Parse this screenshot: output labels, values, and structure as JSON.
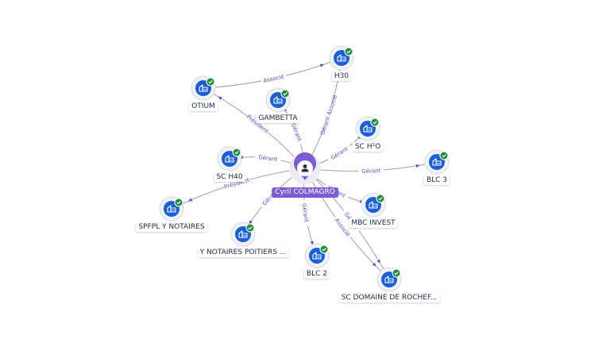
{
  "colors": {
    "edge": "#9aa0aa",
    "edge_label": "#5b49c9",
    "node_fill": "#1a5fd8",
    "node_halo": "#f1f2f5",
    "check": "#1e8c3b",
    "center": "#7b5cd6"
  },
  "center": {
    "label": "Cyril COLMAGRO",
    "icon": "person-icon"
  },
  "nodes": [
    {
      "id": "otium",
      "label": "OTIUM",
      "icon": "company-icon",
      "verified": true
    },
    {
      "id": "h30",
      "label": "H30",
      "icon": "company-icon",
      "verified": true
    },
    {
      "id": "gambetta",
      "label": "GAMBETTA",
      "icon": "company-icon",
      "verified": true
    },
    {
      "id": "sch2o",
      "label": "SC H²O",
      "icon": "company-icon",
      "verified": true
    },
    {
      "id": "sch40",
      "label": "SC H40",
      "icon": "company-icon",
      "verified": true
    },
    {
      "id": "blc3",
      "label": "BLC 3",
      "icon": "company-icon",
      "verified": true
    },
    {
      "id": "spfpl",
      "label": "SPFPL Y NOTAIRES",
      "icon": "company-icon",
      "verified": true
    },
    {
      "id": "mbc",
      "label": "MBC INVEST",
      "icon": "company-icon",
      "verified": true
    },
    {
      "id": "ynotaires",
      "label": "Y NOTAIRES POITIERS ...",
      "icon": "company-icon",
      "verified": true
    },
    {
      "id": "blc2",
      "label": "BLC 2",
      "icon": "company-icon",
      "verified": true
    },
    {
      "id": "scdomaine",
      "label": "SC DOMAINE DE ROCHEF...",
      "icon": "company-icon",
      "verified": true
    }
  ],
  "edges": [
    {
      "from": "otium",
      "to": "h30",
      "label": "Associé"
    },
    {
      "from": "center",
      "to": "otium",
      "label": "Président"
    },
    {
      "from": "center",
      "to": "gambetta",
      "label": "Gérant"
    },
    {
      "from": "center",
      "to": "h30",
      "label": "Gérant Associé"
    },
    {
      "from": "center",
      "to": "sch2o",
      "label": "Gérant"
    },
    {
      "from": "center",
      "to": "sch40",
      "label": "Gérant"
    },
    {
      "from": "center",
      "to": "blc3",
      "label": "Gérant"
    },
    {
      "from": "center",
      "to": "spfpl",
      "label": "Président"
    },
    {
      "from": "center",
      "to": "mbc",
      "label": "Gérant"
    },
    {
      "from": "center",
      "to": "ynotaires",
      "label": "Gérant"
    },
    {
      "from": "center",
      "to": "blc2",
      "label": "Gérant"
    },
    {
      "from": "center",
      "to": "scdomaine",
      "label": "Associé"
    },
    {
      "from": "center",
      "to": "scdomaine",
      "label": "Gérant"
    }
  ]
}
